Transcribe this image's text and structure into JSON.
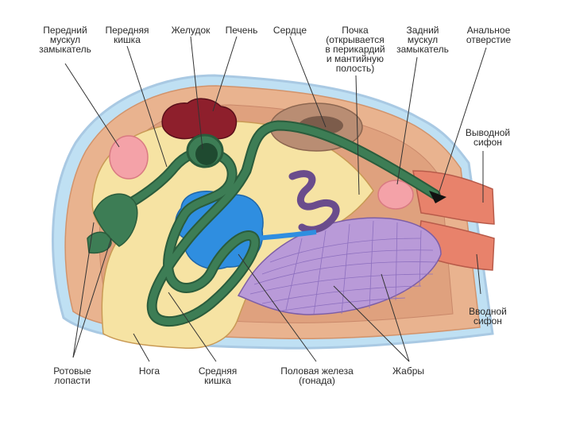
{
  "diagram": {
    "labels": {
      "anterior_muscle": "Передний\nмускул\nзамыкатель",
      "foregut": "Передняя\nкишка",
      "stomach": "Желудок",
      "liver": "Печень",
      "heart": "Сердце",
      "kidney": "Почка\n(открывается\nв перикардий\nи мантийную\nполость)",
      "posterior_muscle": "Задний\nмускул\nзамыкатель",
      "anus": "Анальное\nотверстие",
      "exhalant_siphon": "Выводной\nсифон",
      "inhalant_siphon": "Вводной\nсифон",
      "oral_lobes": "Ротовые\nлопасти",
      "foot": "Нога",
      "midgut": "Средняя\nкишка",
      "gonad": "Половая железа\n(гонада)",
      "gills": "Жабры"
    },
    "colors": {
      "shell_outline": "#a9c9e3",
      "mantle": "#e9b38f",
      "body": "#f6e3a3",
      "muscle": "#f4a2a8",
      "liver": "#8e1f2c",
      "gut": "#3d7d55",
      "gonad": "#2f8ee0",
      "gills": "#b99ad8",
      "kidney": "#6a4c8c",
      "siphon": "#e8826b"
    }
  }
}
